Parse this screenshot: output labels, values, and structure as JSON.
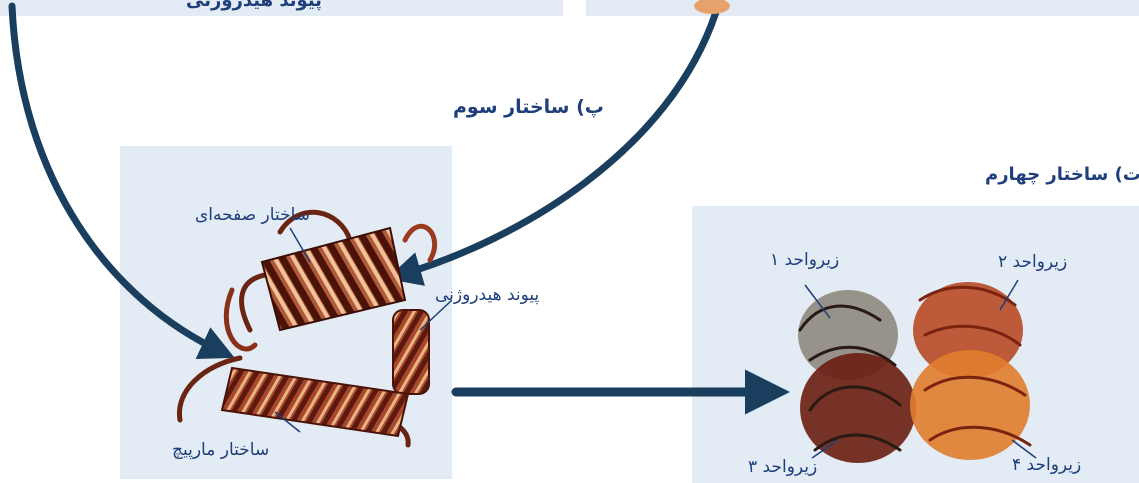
{
  "colors": {
    "label_text": "#1f3f7a",
    "arrow": "#1a3e5e",
    "panel_bg": "#e3ecf4",
    "helix_dark": "#5a1a10",
    "helix_mid": "#a8482a",
    "helix_light": "#e7b486",
    "subunit1": "#8a8478",
    "subunit2": "#b74a25",
    "subunit3": "#6a1e12",
    "subunit4": "#e07d2c"
  },
  "top_left_caption": "پیوند هیدروژنی",
  "tertiary": {
    "heading": "پ) ساختار سوم",
    "sheet_label": "ساختار صفحه‌ای",
    "hbond_label": "پیوند هیدروژنی",
    "helix_label": "ساختار مارپیچ"
  },
  "quaternary": {
    "heading": "ت) ساختار چهارم",
    "subunit1": "زیرواحد ۱",
    "subunit2": "زیرواحد ۲",
    "subunit3": "زیرواحد ۳",
    "subunit4": "زیرواحد ۴"
  }
}
